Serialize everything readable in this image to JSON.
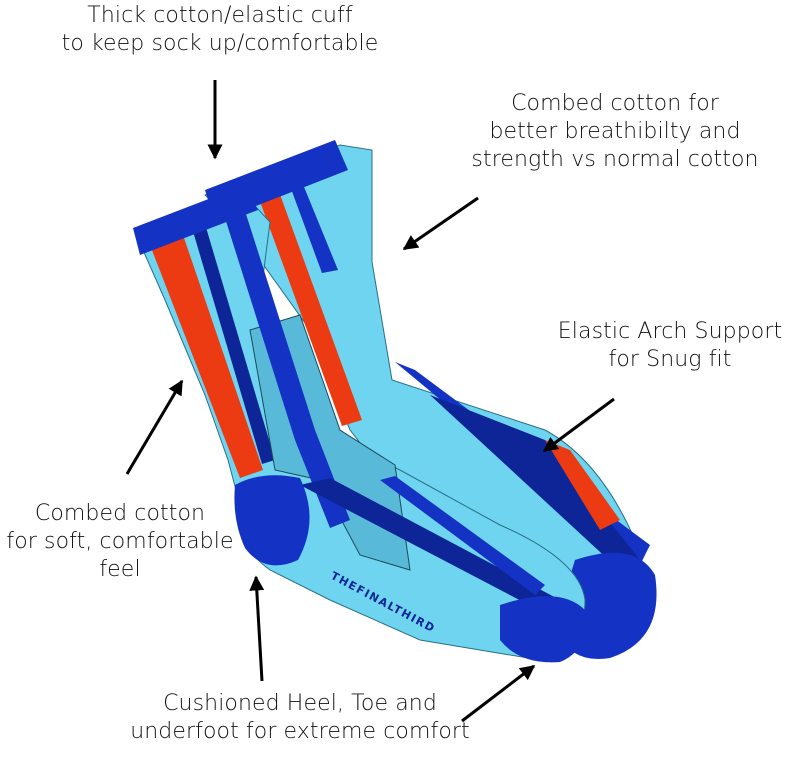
{
  "annotations": {
    "cuff": {
      "lines": [
        "Thick cotton/elastic cuff",
        "to keep sock up/comfortable"
      ]
    },
    "combed": {
      "lines": [
        "Combed cotton for",
        "better breathibilty and",
        "strength vs normal cotton"
      ]
    },
    "arch": {
      "lines": [
        "Elastic Arch Support",
        "for Snug fit"
      ]
    },
    "soft": {
      "lines": [
        "Combed cotton",
        "for soft, comfortable",
        "feel"
      ]
    },
    "cushion": {
      "lines": [
        "Cushioned Heel, Toe and",
        "underfoot for extreme comfort"
      ]
    }
  },
  "product_text": "THEFINALTHIRD",
  "colors": {
    "sky": "#6ed4ef",
    "sky_dark": "#58b9d8",
    "royal": "#1433c4",
    "navy": "#0d2596",
    "orange": "#ec3b12",
    "arrow": "#000000"
  }
}
